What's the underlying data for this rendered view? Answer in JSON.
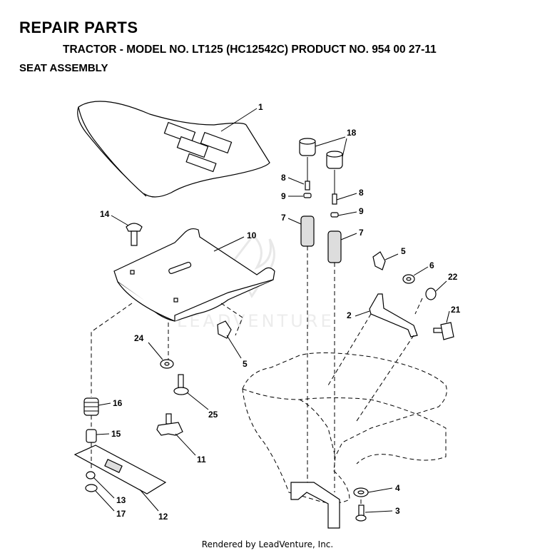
{
  "header": {
    "title": "REPAIR PARTS",
    "subtitle": "TRACTOR - MODEL NO. LT125 (HC12542C) PRODUCT NO. 954 00 27-11",
    "section": "SEAT ASSEMBLY"
  },
  "watermark": "LEADVENTURE",
  "footer": "Rendered by LeadVenture, Inc.",
  "callouts": {
    "c1": "1",
    "c18": "18",
    "c8a": "8",
    "c9a": "9",
    "c7a": "7",
    "c8b": "8",
    "c9b": "9",
    "c7b": "7",
    "c14": "14",
    "c10": "10",
    "c5a": "5",
    "c6": "6",
    "c22": "22",
    "c2": "2",
    "c21": "21",
    "c5b": "5",
    "c24": "24",
    "c25": "25",
    "c16": "16",
    "c15": "15",
    "c11": "11",
    "c13": "13",
    "c17": "17",
    "c12": "12",
    "c4": "4",
    "c3": "3"
  }
}
